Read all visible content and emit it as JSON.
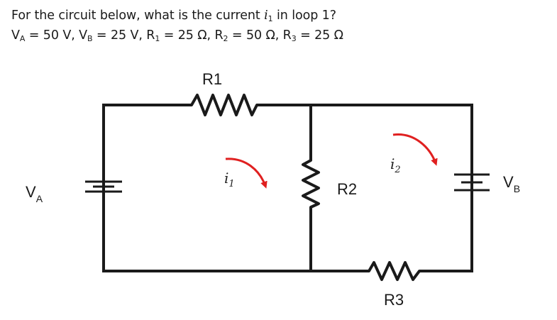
{
  "question": {
    "line1_prefix": "For the circuit below, what is the current ",
    "line1_var": "i",
    "line1_var_sub": "1",
    "line1_suffix": " in loop 1?",
    "params": [
      {
        "sym": "V",
        "sub": "A",
        "value": " = 50 V, "
      },
      {
        "sym": "V",
        "sub": "B",
        "value": " = 25 V, "
      },
      {
        "sym": "R",
        "sub": "1",
        "value": " = 25 Ω, "
      },
      {
        "sym": "R",
        "sub": "2",
        "value": " = 50 Ω, "
      },
      {
        "sym": "R",
        "sub": "3",
        "value": " = 25 Ω"
      }
    ]
  },
  "diagram": {
    "wire_color": "#1a1a1a",
    "arrow_color": "#e02020",
    "labels": {
      "r1": "R1",
      "r2": "R2",
      "r3": "R3",
      "va_main": "V",
      "va_sub": "A",
      "vb_main": "V",
      "vb_sub": "B",
      "i1_main": "i",
      "i1_sub": "1",
      "i2_main": "i",
      "i2_sub": "2"
    }
  }
}
